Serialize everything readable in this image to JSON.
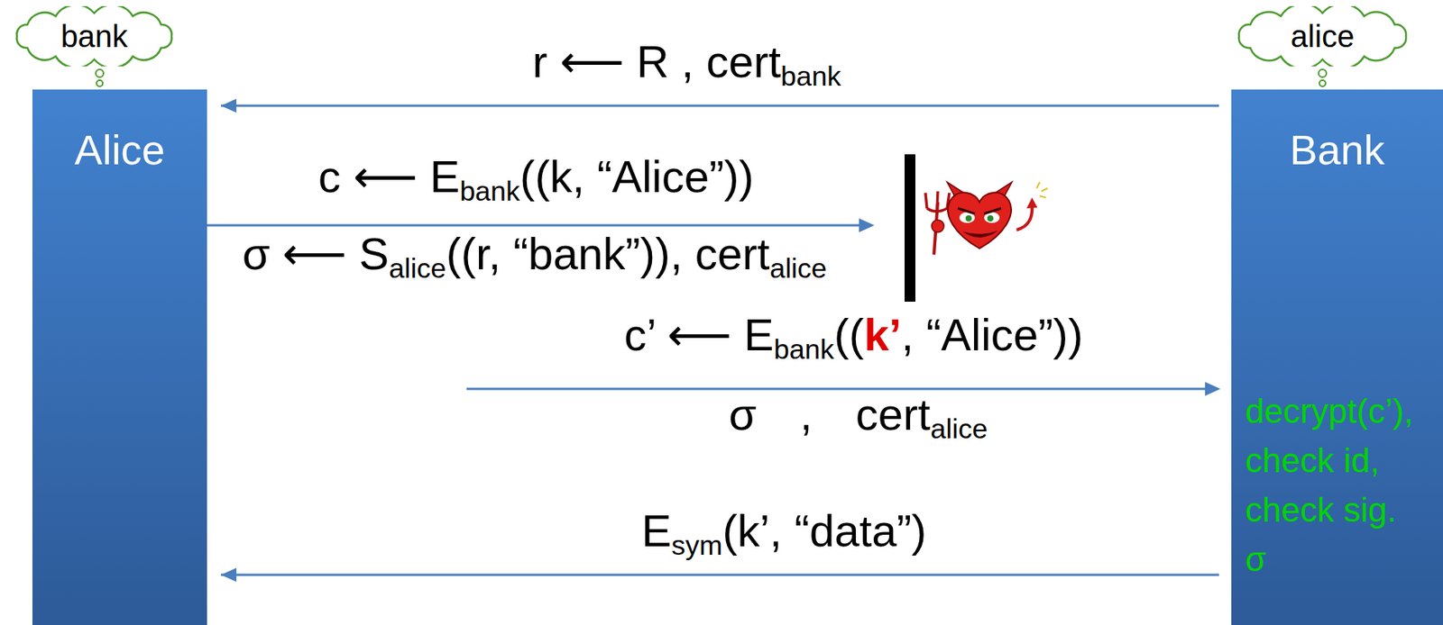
{
  "diagram": {
    "nodes": [
      {
        "text": [
          "bank"
        ]
      },
      {
        "text": [
          "alice"
        ]
      },
      {
        "text": [
          "Alice"
        ]
      },
      {
        "text": [
          "Bank",
          "decrypt(c’), check id, check sig. σ"
        ]
      }
    ],
    "edges": [
      {
        "from": 3,
        "to": 2,
        "arrow": "to",
        "label": "r ⟵ R , certbank"
      },
      {
        "from": 3,
        "to": 2,
        "arrow": "to",
        "label": "Esym(k’, “data”)"
      }
    ],
    "labels": [
      "c ⟵ Ebank((k, “Alice”))",
      "σ ⟵ Salice((r, “bank”)), certalice",
      "c’ ⟵ Ebank((k’, “Alice”))",
      "σ , certalice"
    ]
  }
}
